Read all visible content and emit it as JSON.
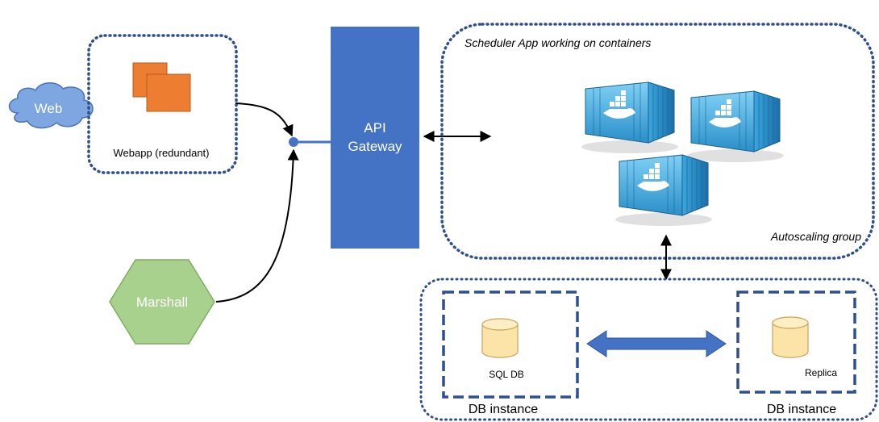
{
  "cloud": {
    "label": "Web"
  },
  "webapp": {
    "label": "Webapp (redundant)"
  },
  "api_gateway": {
    "line1": "API",
    "line2": "Gateway"
  },
  "marshall": {
    "label": "Marshall"
  },
  "scheduler_group": {
    "title": "Scheduler App working on containers",
    "footer": "Autoscaling group"
  },
  "db_group": {
    "primary": {
      "db_label": "SQL DB",
      "instance_label": "DB instance"
    },
    "replica": {
      "db_label": "Replica",
      "instance_label": "DB instance"
    }
  },
  "colors": {
    "dotted_border": "#2f4f8f",
    "gateway": "#4472c4",
    "webapp_squares": "#ed7d31",
    "cloud": "#7ea6e0",
    "hexagon": "#a9d18e",
    "db_cylinder": "#fce4a8",
    "db_arrow": "#4472c4",
    "container": "#4ab3e6",
    "container_dark": "#1f78b4"
  },
  "icons": [
    "cloud-icon",
    "webapp-stack-icon",
    "hexagon-icon",
    "docker-container-icon",
    "database-cylinder-icon"
  ]
}
